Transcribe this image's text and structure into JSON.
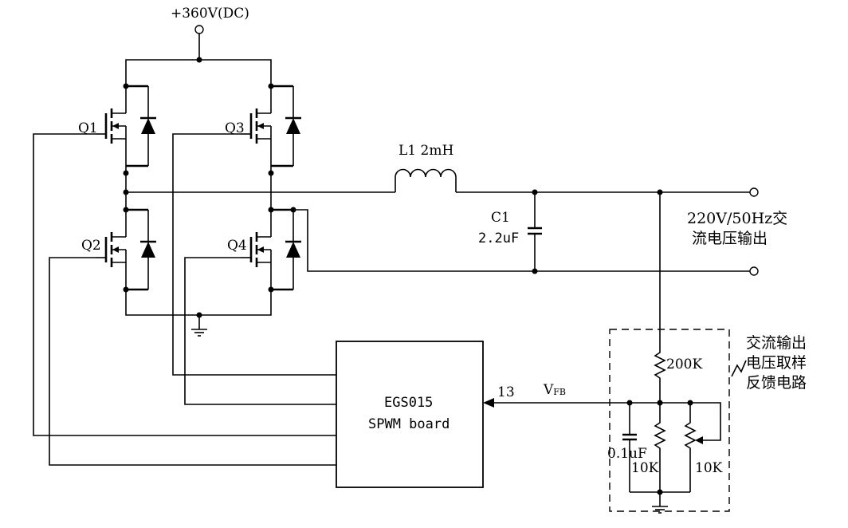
{
  "supply": {
    "label": "+360V(DC)"
  },
  "transistors": {
    "q1": "Q1",
    "q2": "Q2",
    "q3": "Q3",
    "q4": "Q4"
  },
  "inductor": {
    "label": "L1  2mH"
  },
  "capacitor": {
    "name": "C1",
    "value": "2.2uF"
  },
  "output": {
    "line1": "220V/50Hz交",
    "line2": "流电压输出"
  },
  "board": {
    "line1": "EGS015",
    "line2": "SPWM board",
    "pin": "13"
  },
  "feedback": {
    "vfb_main": "V",
    "vfb_sub": "FB",
    "r_top": "200K",
    "cap": "0.1uF",
    "r_bottom": "10K",
    "r_trim": "10K",
    "title_line1": "交流输出",
    "title_line2": "电压取样",
    "title_line3": "反馈电路"
  }
}
